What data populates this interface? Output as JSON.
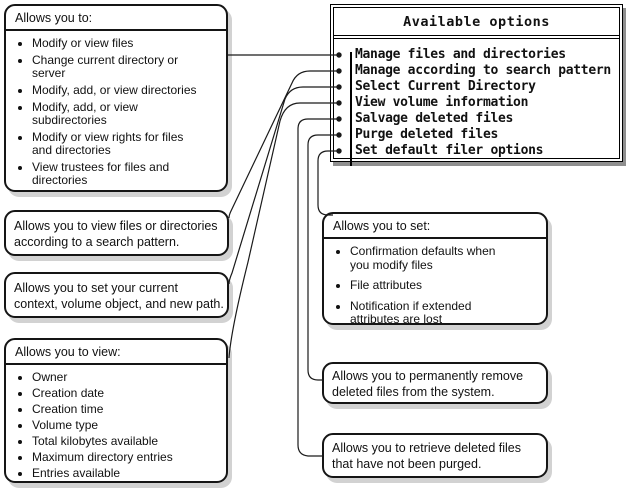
{
  "menu": {
    "title": "Available options",
    "items": [
      "Manage files and directories",
      "Manage according to search pattern",
      "Select Current Directory",
      "View volume information",
      "Salvage deleted files",
      "Purge deleted files",
      "Set default filer options"
    ]
  },
  "callouts": {
    "manage": {
      "heading": "Allows you to:",
      "items": [
        "Modify or view files",
        "Change current directory or\nserver",
        "Modify, add, or view directories",
        "Modify, add, or view\nsubdirectories",
        "Modify or view rights for files\nand directories",
        "View trustees for files and\ndirectories"
      ]
    },
    "search": {
      "text": "Allows you to view files or directories\naccording to a search pattern."
    },
    "context": {
      "text": "Allows you to set your current\ncontext, volume object, and new path."
    },
    "volume": {
      "heading": "Allows you to view:",
      "items": [
        "Owner",
        "Creation date",
        "Creation time",
        "Volume type",
        "Total kilobytes available",
        "Maximum directory entries",
        "Entries available"
      ]
    },
    "set_defaults": {
      "heading": "Allows you to set:",
      "items": [
        "Confirmation defaults when\nyou modify files",
        "File attributes",
        "Notification if extended\nattributes are lost"
      ]
    },
    "purge": {
      "text": "Allows you to permanently remove\ndeleted files from the system."
    },
    "salvage": {
      "text": "Allows you to retrieve deleted files\nthat have not been purged."
    }
  },
  "connections": [
    {
      "menu_item": "Manage files and directories",
      "callout": "manage"
    },
    {
      "menu_item": "Manage according to search pattern",
      "callout": "search"
    },
    {
      "menu_item": "Select Current Directory",
      "callout": "context"
    },
    {
      "menu_item": "View volume information",
      "callout": "volume"
    },
    {
      "menu_item": "Salvage deleted files",
      "callout": "salvage"
    },
    {
      "menu_item": "Purge deleted files",
      "callout": "purge"
    },
    {
      "menu_item": "Set default filer options",
      "callout": "set_defaults"
    }
  ],
  "colors": {
    "line": "#1a1a1a",
    "border": "#151515",
    "callout_shadow": "#d2d2d2",
    "menu_shadow": "#8f8f8f",
    "background": "#ffffff"
  }
}
